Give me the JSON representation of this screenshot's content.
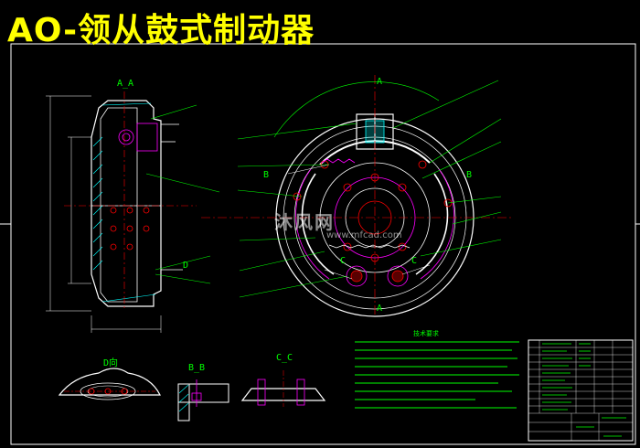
{
  "title": "AO-领从鼓式制动器",
  "section_labels": {
    "aa": "A_A",
    "bb": "B_B",
    "cc": "C_C",
    "d_view": "D向",
    "a_top": "A",
    "a_bottom": "A",
    "b_left": "B",
    "b_right": "B",
    "c_left": "C",
    "c_right": "C",
    "d_mark": "D"
  },
  "watermark": {
    "brand": "沐风网",
    "url": "www.mfcad.com"
  },
  "tech_notes": {
    "title": "技术要求"
  },
  "colors": {
    "background": "#000000",
    "outline": "#ffffff",
    "leader": "#00ff00",
    "center_line": "#ff0000",
    "hidden": "#ff00ff",
    "hatch": "#00ffff",
    "title": "#ffff00"
  }
}
